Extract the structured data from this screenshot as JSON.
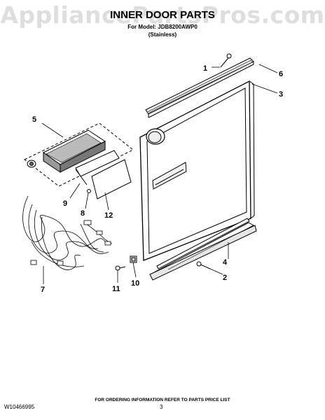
{
  "header": {
    "watermark": "AppliancePartsPros.com",
    "title": "INNER DOOR PARTS",
    "model_line": "For Model: JDB8200AWP0",
    "finish": "(Stainless)"
  },
  "callouts": [
    "1",
    "2",
    "3",
    "4",
    "5",
    "6",
    "7",
    "8",
    "9",
    "10",
    "11",
    "12"
  ],
  "footer": {
    "doc_number": "W10466995",
    "ordering_note": "FOR ORDERING INFORMATION REFER TO PARTS PRICE LIST",
    "page_number": "3"
  },
  "colors": {
    "line": "#000000",
    "watermark": "#d9d9d9",
    "background": "#ffffff"
  }
}
